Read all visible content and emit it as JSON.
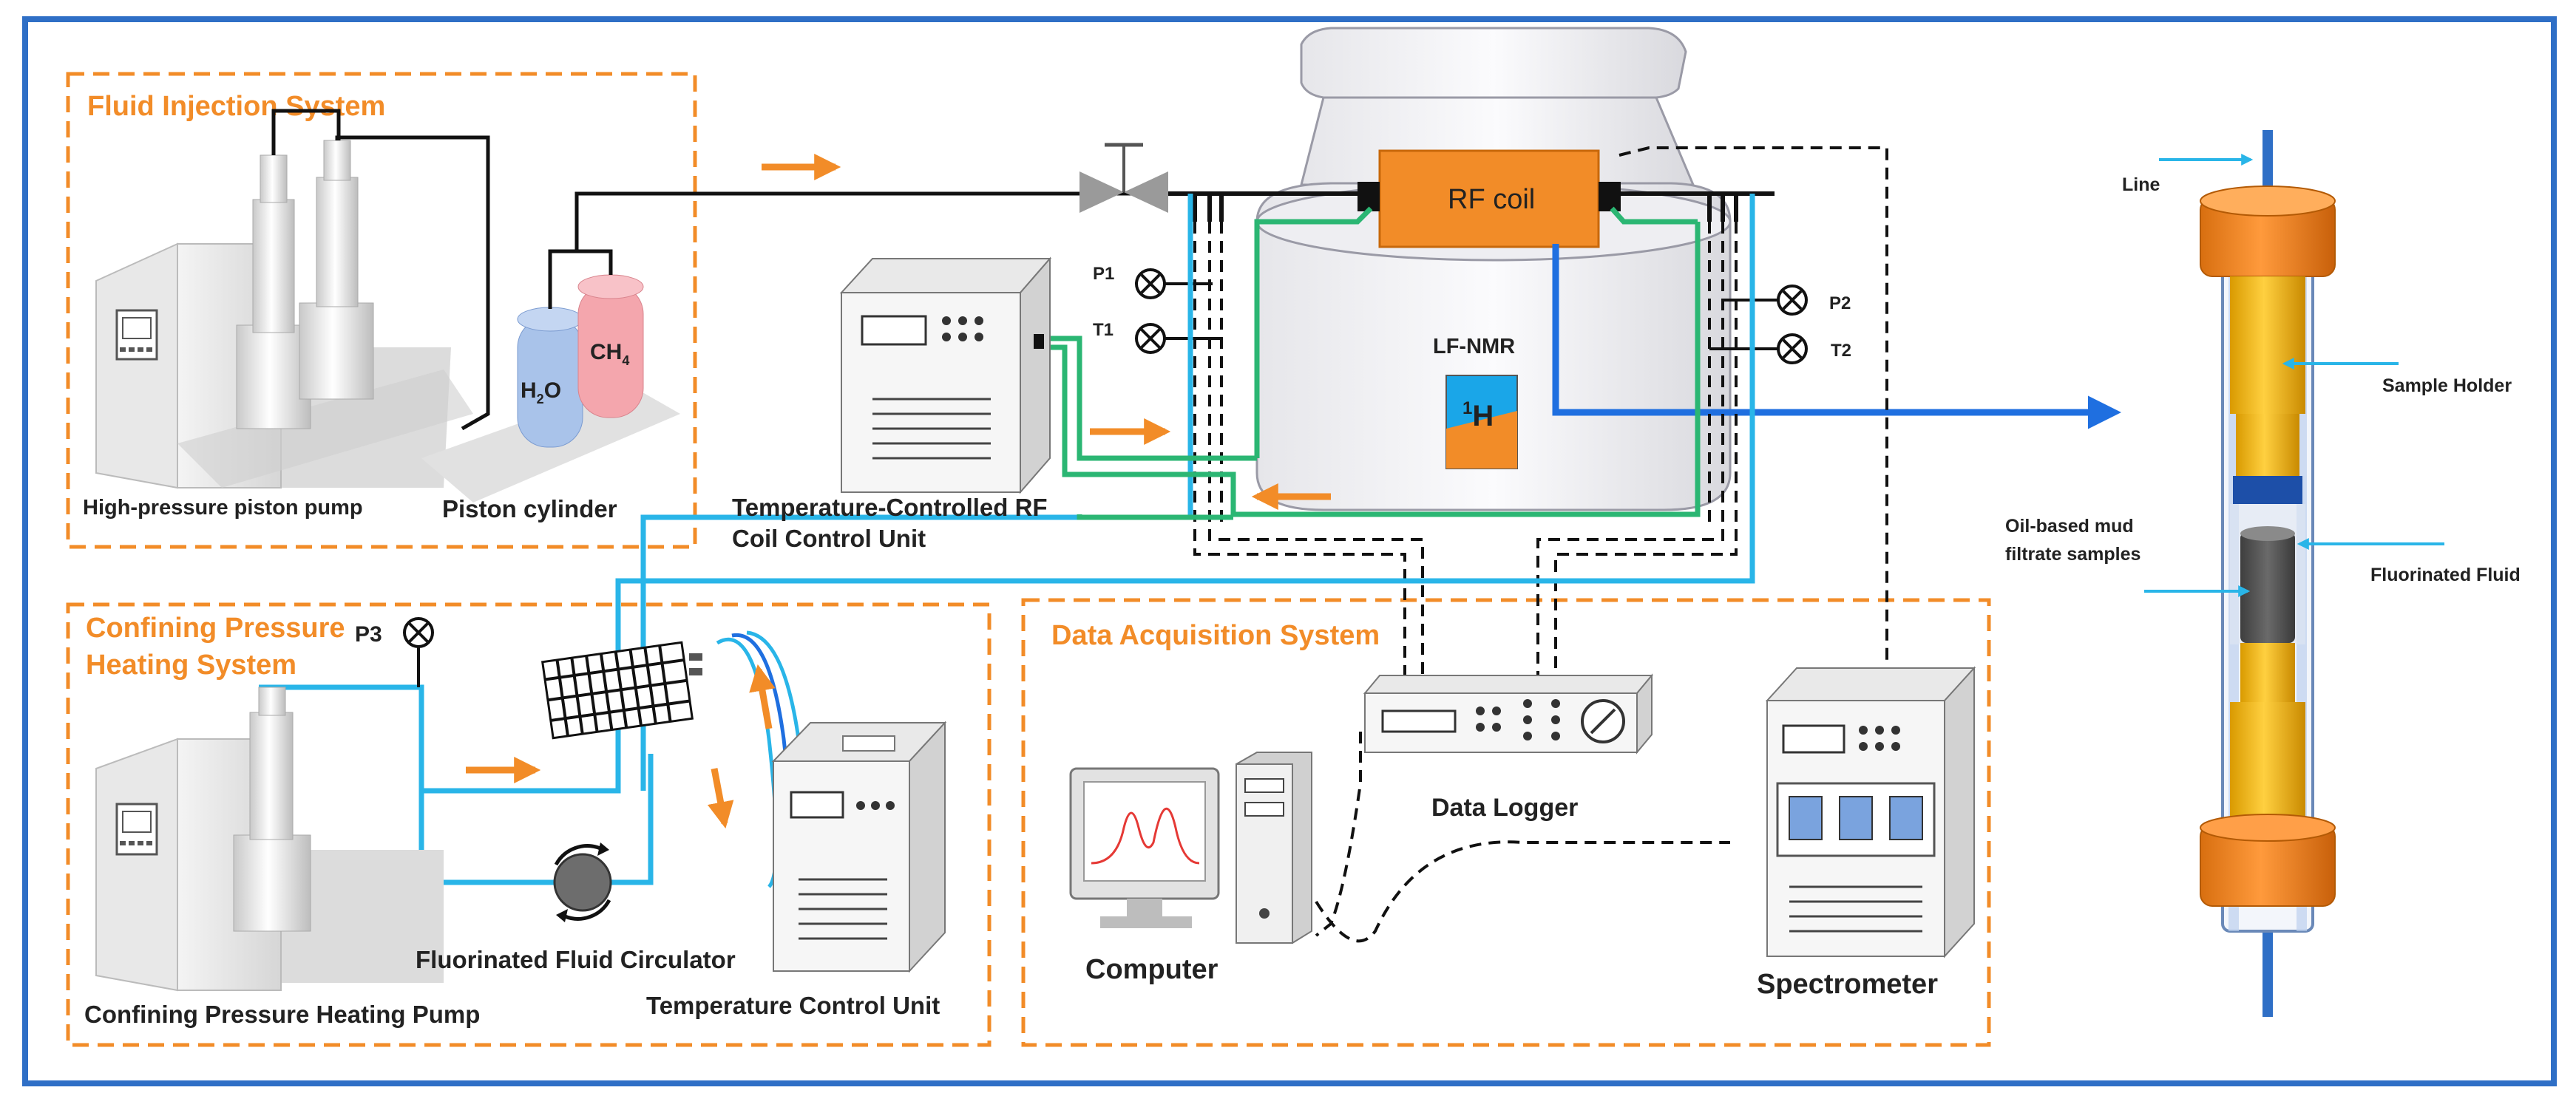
{
  "sections": {
    "fluid_injection": "Fluid Injection System",
    "confining_pressure_line1": "Confining Pressure",
    "confining_pressure_line2": "Heating System",
    "data_acquisition": "Data Acquisition System"
  },
  "equipment": {
    "high_pressure_pump": "High-pressure piston pump",
    "piston_cylinder": "Piston cylinder",
    "h2o": "H",
    "h2o_sub": "2",
    "h2o_end": "O",
    "ch4": "CH",
    "ch4_sub": "4",
    "temp_rf_line1": "Temperature-Controlled RF",
    "temp_rf_line2": "Coil Control Unit",
    "rf_coil": "RF coil",
    "lf_nmr": "LF-NMR",
    "h1_sup": "1",
    "h1": "H",
    "p1": "P1",
    "t1": "T1",
    "p2": "P2",
    "t2": "T2",
    "p3": "P3",
    "confining_pump": "Confining Pressure Heating Pump",
    "circulator": "Fluorinated Fluid Circulator",
    "temp_control_unit": "Temperature Control Unit",
    "data_logger": "Data Logger",
    "computer": "Computer",
    "spectrometer": "Spectrometer"
  },
  "holder_labels": {
    "line": "Line",
    "sample_holder": "Sample Holder",
    "oil_line1": "Oil-based mud",
    "oil_line2": "filtrate samples",
    "fluorinated_fluid": "Fluorinated Fluid"
  },
  "colors": {
    "frame": "#2f6fc6",
    "section_border": "#f28c28",
    "arrow": "#f28c28",
    "cyan_line": "#29b5e8",
    "green_line": "#2bb673",
    "blue_arrow": "#1f6fe0",
    "rf_coil": "#f28c28",
    "holder_orange": "#f28c28",
    "holder_yellow": "#f5b400"
  }
}
